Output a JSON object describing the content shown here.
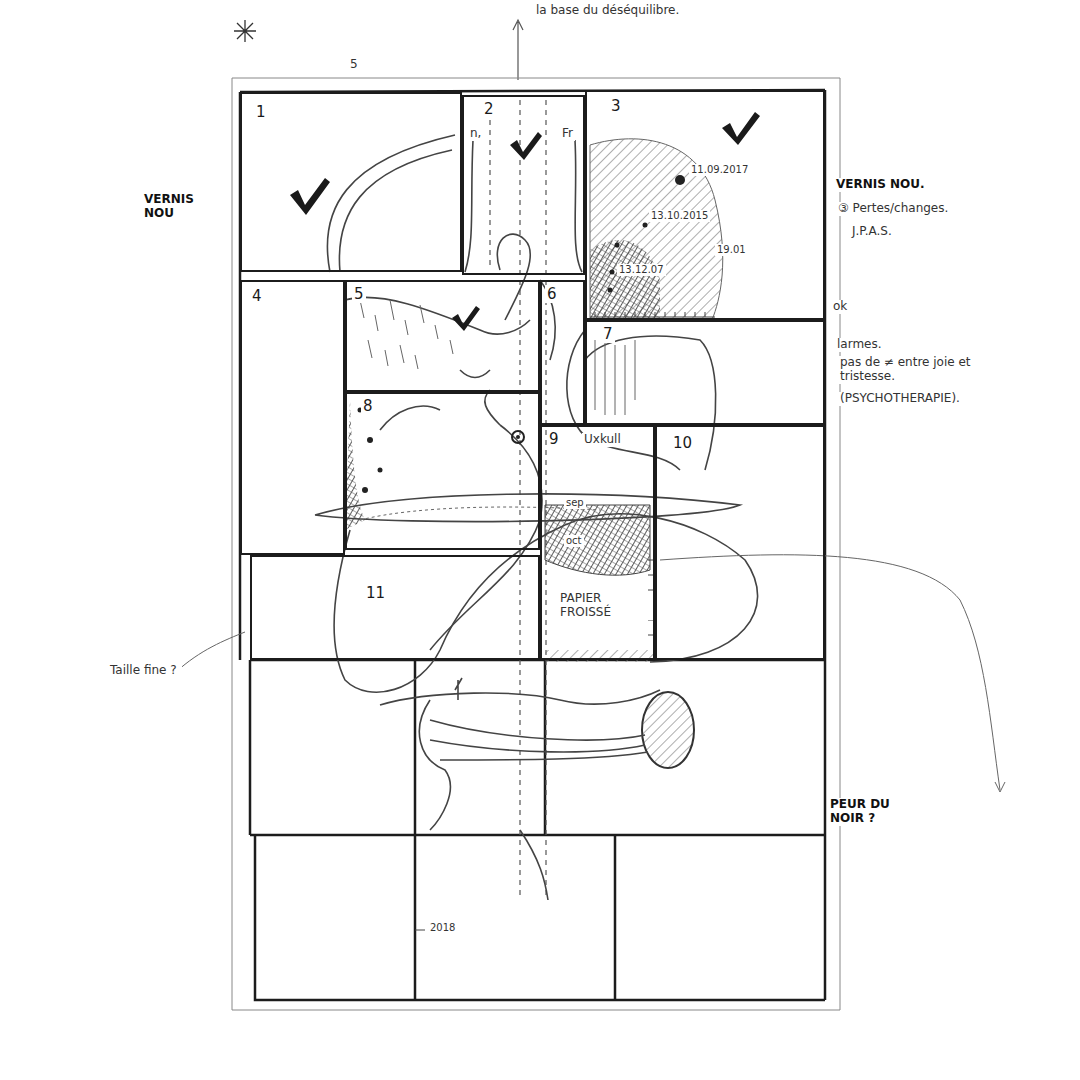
{
  "diagram": {
    "nodes": [
      {
        "text": [
          "1"
        ]
      },
      {
        "text": [
          "2",
          "n,",
          "Fr"
        ]
      },
      {
        "text": [
          "3",
          "11.09.2017",
          "13.10.2015",
          "19.01",
          "13.12.07"
        ]
      },
      {
        "text": [
          "4"
        ]
      },
      {
        "text": [
          "5"
        ]
      },
      {
        "text": [
          "6"
        ]
      },
      {
        "text": [
          "7"
        ]
      },
      {
        "text": [
          "8"
        ]
      },
      {
        "text": [
          "9",
          "Uxkull",
          "sep",
          "oct",
          "PAPIER FROISSÉ"
        ]
      },
      {
        "text": [
          "10"
        ]
      },
      {
        "text": [
          "11"
        ]
      }
    ],
    "labels": [
      "5",
      "la base du déséquilibre.",
      "VERNIS NOU",
      "VERNIS NOU.",
      "③ Pertes/changes.",
      "J.P.A.S.",
      "ok",
      "larmes.",
      "pas de ≠ entre joie et tristesse.",
      "(PSYCHOTHERAPIE).",
      "Taille fine ?",
      "PEUR DU NOIR ?",
      "2018"
    ]
  }
}
